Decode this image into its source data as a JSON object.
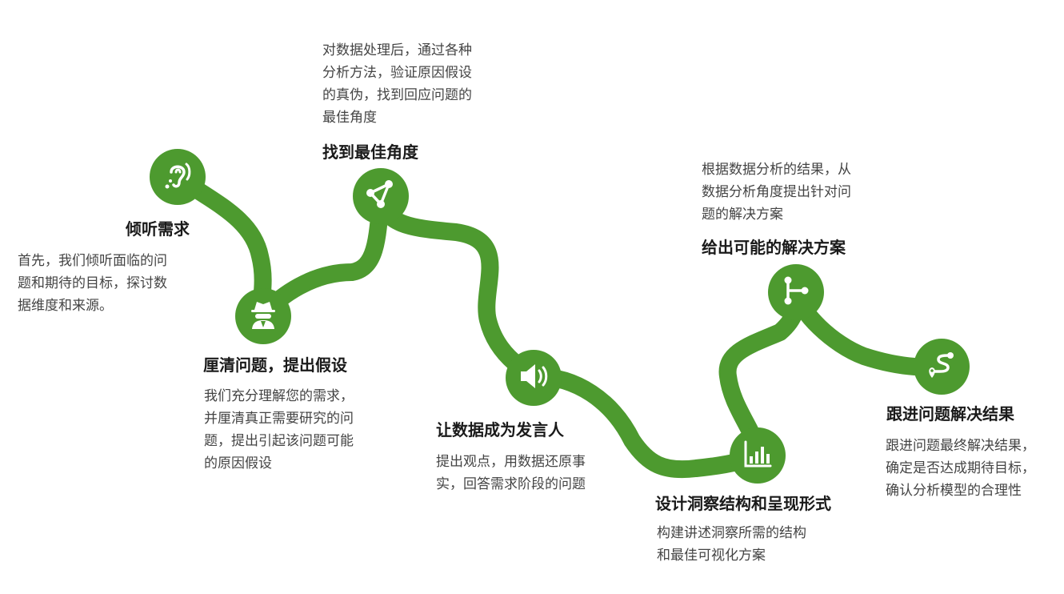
{
  "accent_color": "#4d9a2f",
  "steps": [
    {
      "title": "倾听需求",
      "desc": [
        "首先，我们倾听面临的问",
        "题和期待的目标，探讨数",
        "据维度和来源。"
      ],
      "icon": "listening-ear-icon"
    },
    {
      "title": "厘清问题，提出假设",
      "desc": [
        "我们充分理解您的需求，",
        "并厘清真正需要研究的问",
        "题，提出引起该问题可能",
        "的原因假设"
      ],
      "icon": "detective-icon"
    },
    {
      "title": "找到最佳角度",
      "desc": [
        "对数据处理后，通过各种",
        "分析方法，验证原因假设",
        "的真伪，找到回应问题的",
        "最佳角度"
      ],
      "icon": "triangle-nodes-icon"
    },
    {
      "title": "让数据成为发言人",
      "desc": [
        "提出观点，用数据还原事",
        "实，回答需求阶段的问题"
      ],
      "icon": "speaker-icon"
    },
    {
      "title": "设计洞察结构和呈现形式",
      "desc": [
        "构建讲述洞察所需的结构",
        "和最佳可视化方案"
      ],
      "icon": "bar-chart-icon"
    },
    {
      "title": "给出可能的解决方案",
      "desc": [
        "根据数据分析的结果，从",
        "数据分析角度提出针对问",
        "题的解决方案"
      ],
      "icon": "branch-icon"
    },
    {
      "title": "跟进问题解决结果",
      "desc": [
        "跟进问题最终解决结果，",
        "确定是否达成期待目标，",
        "确认分析模型的合理性"
      ],
      "icon": "route-icon"
    }
  ]
}
